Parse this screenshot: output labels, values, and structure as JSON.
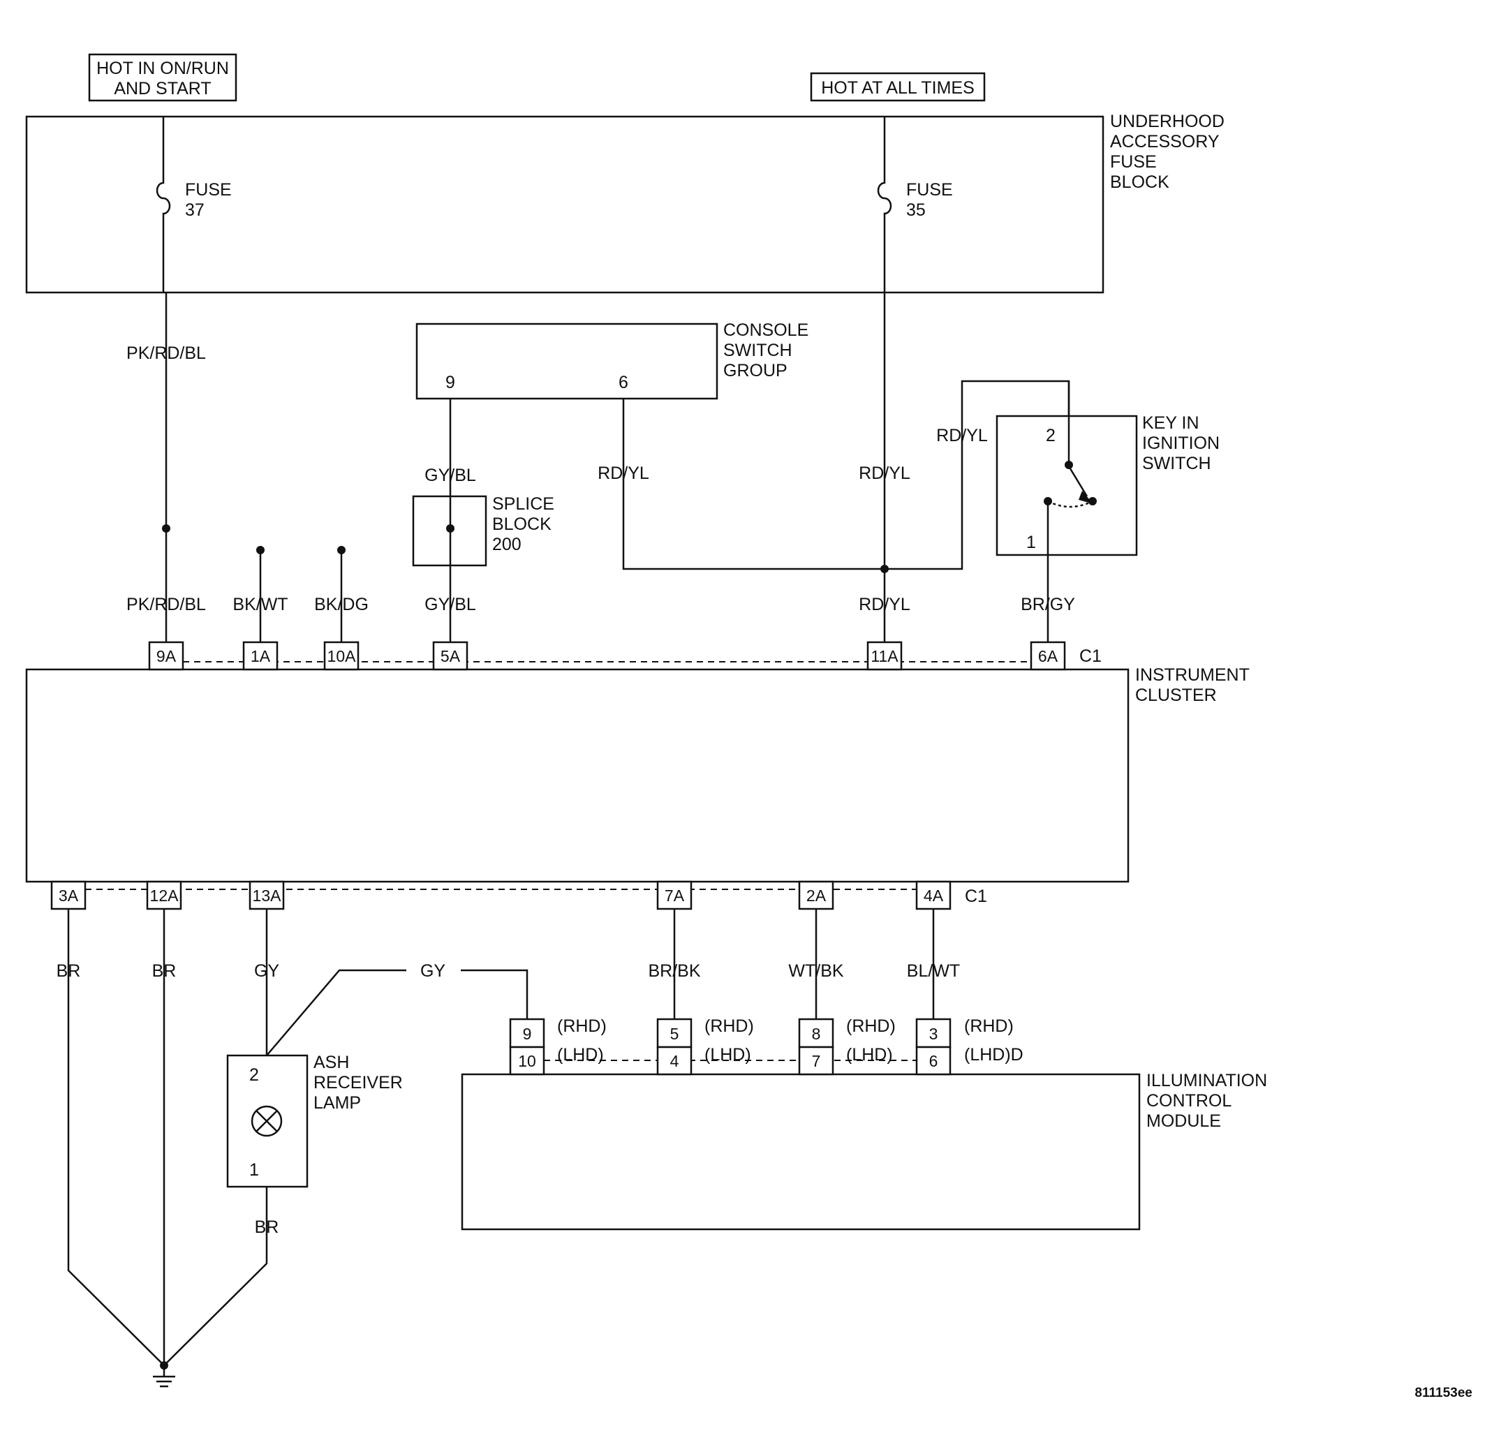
{
  "power_sources": {
    "hot_run_line1": "HOT IN ON/RUN",
    "hot_run_line2": "AND START",
    "hot_always": "HOT AT ALL TIMES"
  },
  "fuse_block": {
    "label_line1": "UNDERHOOD",
    "label_line2": "ACCESSORY",
    "label_line3": "FUSE",
    "label_line4": "BLOCK",
    "fuse_left_label": "FUSE",
    "fuse_left_number": "37",
    "fuse_right_label": "FUSE",
    "fuse_right_number": "35"
  },
  "console_switch_group": {
    "label_line1": "CONSOLE",
    "label_line2": "SWITCH",
    "label_line3": "GROUP",
    "pin_9": "9",
    "pin_6": "6"
  },
  "splice_block": {
    "label_line1": "SPLICE",
    "label_line2": "BLOCK",
    "label_line3": "200"
  },
  "key_switch": {
    "label_line1": "KEY IN",
    "label_line2": "IGNITION",
    "label_line3": "SWITCH",
    "pin_2": "2",
    "pin_1": "1"
  },
  "instrument_cluster": {
    "label_line1": "INSTRUMENT",
    "label_line2": "CLUSTER",
    "top_connector": "C1",
    "bottom_connector": "C1",
    "top_pins": [
      "9A",
      "1A",
      "10A",
      "5A",
      "11A",
      "6A"
    ],
    "bottom_pins": [
      "3A",
      "12A",
      "13A",
      "7A",
      "2A",
      "4A"
    ]
  },
  "wires": {
    "fuse37_out": "PK/RD/BL",
    "pin9a": "PK/RD/BL",
    "pin1a": "BK/WT",
    "pin10a": "BK/DG",
    "console9_out": "GY/BL",
    "pin5a": "GY/BL",
    "console6_out": "RD/YL",
    "fuse35_out": "RD/YL",
    "pin11a": "RD/YL",
    "key_feed": "RD/YL",
    "pin6a": "BR/GY",
    "pin3a": "BR",
    "pin12a": "BR",
    "pin13a": "GY",
    "gy_branch": "GY",
    "pin7a": "BR/BK",
    "pin2a": "WT/BK",
    "pin4a": "BL/WT",
    "lamp_ground": "BR"
  },
  "ash_lamp": {
    "label_line1": "ASH",
    "label_line2": "RECEIVER",
    "label_line3": "LAMP",
    "pin_2": "2",
    "pin_1": "1"
  },
  "illumination_module": {
    "label_line1": "ILLUMINATION",
    "label_line2": "CONTROL",
    "label_line3": "MODULE",
    "rhd_pins": [
      "9",
      "5",
      "8",
      "3"
    ],
    "lhd_pins": [
      "10",
      "4",
      "7",
      "6"
    ],
    "rhd_tags": [
      "(RHD)",
      "(RHD)",
      "(RHD)",
      "(RHD)"
    ],
    "lhd_tags": [
      "(LHD)",
      "(LHD)",
      "(LHD)",
      "(LHD)D"
    ]
  },
  "figure_id": "811153ee"
}
